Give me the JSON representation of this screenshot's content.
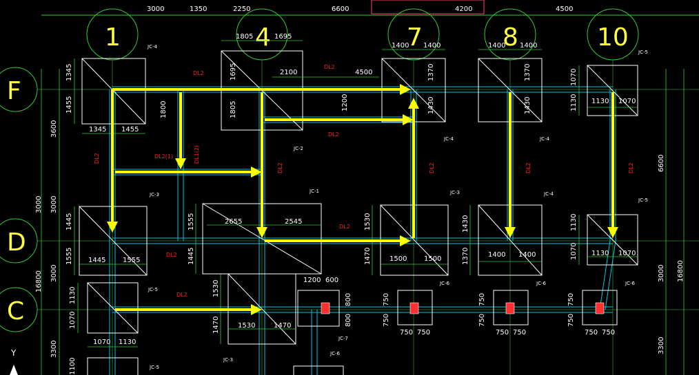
{
  "top_dims": [
    "3000",
    "1350",
    "2250",
    "6600",
    "4200",
    "4500"
  ],
  "axis_labels": [
    "1",
    "4",
    "7",
    "8",
    "10",
    "F",
    "D",
    "C"
  ],
  "pad_dims": [
    "1345",
    "1455",
    "1805",
    "1695",
    "1400",
    "1400",
    "1400",
    "1400",
    "1130",
    "1070",
    "2100",
    "4500",
    "2655",
    "2545",
    "1445",
    "1555",
    "1500",
    "1500",
    "1400",
    "1400",
    "1130",
    "1070",
    "1200",
    "600",
    "1530",
    "1470",
    "1070",
    "1130",
    "750",
    "750",
    "750",
    "750",
    "750",
    "750"
  ],
  "vert_dims": [
    "1345",
    "1455",
    "3600",
    "3000",
    "1445",
    "1555",
    "3000",
    "16800",
    "1130",
    "1070",
    "3300",
    "1100",
    "1695",
    "1805",
    "1800",
    "1200",
    "1370",
    "1430",
    "1370",
    "1430",
    "1070",
    "1130",
    "6600",
    "1555",
    "1445",
    "1530",
    "1470",
    "1430",
    "1370",
    "1130",
    "1070",
    "3000",
    "16800",
    "3300",
    "1530",
    "1470",
    "800",
    "800",
    "750",
    "750",
    "750",
    "750",
    "750",
    "750",
    "3000"
  ],
  "jc_tags": [
    "JC-4",
    "JC-5",
    "JC-2",
    "JC-4",
    "JC-4",
    "JC-3",
    "JC-1",
    "JC-3",
    "JC-4",
    "JC-5",
    "JC-5",
    "JC-6",
    "JC-6",
    "JC-6",
    "JC-7",
    "JC-3",
    "JC-6",
    "JC-5"
  ],
  "dl_tags": [
    "DL2",
    "DL2",
    "DL2",
    "DL2(1)",
    "DL2",
    "DL2",
    "DL2",
    "DL2",
    "DL1(2)",
    "DL2",
    "DL2",
    "DL2",
    "DL2"
  ],
  "ucs_label": "Y"
}
